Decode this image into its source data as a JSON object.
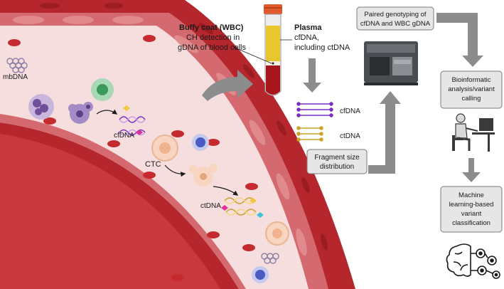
{
  "labels": {
    "mbdna": "mbDNA",
    "cfdna_vessel": "cfDNA",
    "ctc": "CTC",
    "ctdna_vessel": "ctDNA",
    "buffy_title": "Buffy coat (WBC)",
    "buffy_line1": "CH detection in",
    "buffy_line2": "gDNA of blood cells",
    "plasma_title": "Plasma",
    "plasma_line1": "cfDNA,",
    "plasma_line2": "including ctDNA",
    "legend_cfdna": "cfDNA",
    "legend_ctdna": "ctDNA"
  },
  "boxes": {
    "paired_line1": "Paired genotyping of",
    "paired_line2": "cfDNA and WBC gDNA",
    "bio_line1": "Bioinformatic",
    "bio_line2": "analysis/variant",
    "bio_line3": "calling",
    "frag_line1": "Fragment size",
    "frag_line2": "distribution",
    "ml_line1": "Machine",
    "ml_line2": "learning-based",
    "ml_line3": "variant",
    "ml_line4": "classification"
  },
  "icons": {
    "sequencer": "sequencer-icon",
    "analyst": "person-at-computer-icon",
    "brain": "brain-gears-icon",
    "tube": "blood-tube-icon"
  },
  "colors": {
    "vessel_wall": "#b5272c",
    "vessel_lumen": "#f7dede",
    "rbc": "#c52a2e",
    "arrow_grey": "#8c8c8c",
    "box_fill": "#e6e6e6",
    "cfdna_line": "#7b2fbf",
    "ctdna_line": "#c9a227"
  }
}
